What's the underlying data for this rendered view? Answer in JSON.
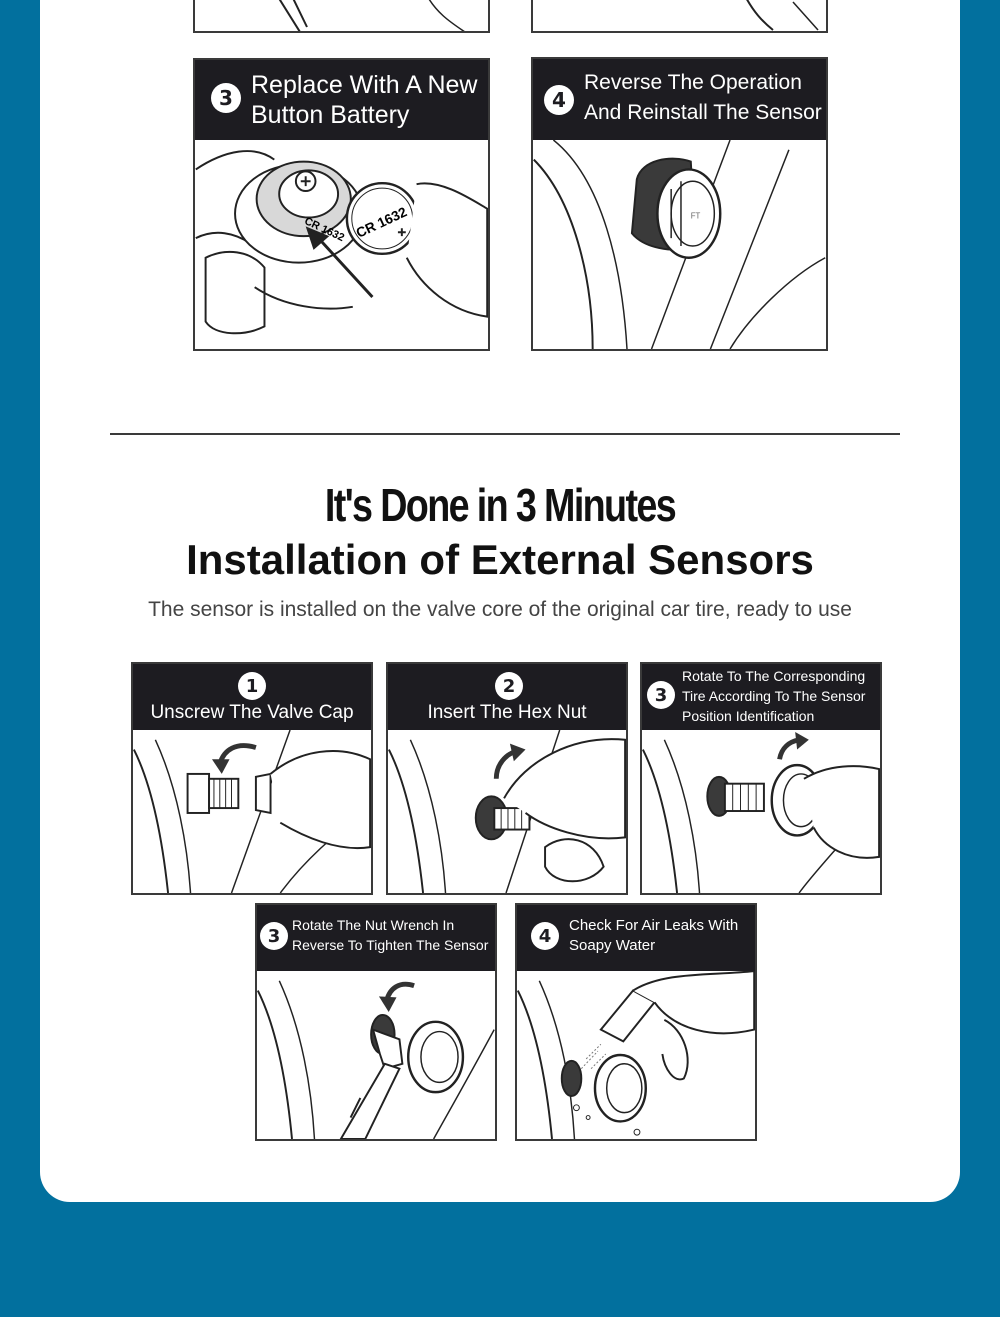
{
  "top_steps": [
    {
      "number": "3",
      "label_line1": "Replace With A New",
      "label_line2": "Button Battery",
      "battery_text": "CR 1632",
      "battery_small": "CR 1632"
    },
    {
      "number": "4",
      "label_line1": "Reverse The Operation",
      "label_line2": "And Reinstall The Sensor"
    }
  ],
  "section": {
    "title": "It's Done in 3 Minutes",
    "heading": "Installation of External Sensors",
    "subtitle": "The sensor is installed on the valve core of the original car tire, ready to use"
  },
  "steps_row1": [
    {
      "number": "1",
      "label": "Unscrew The Valve Cap"
    },
    {
      "number": "2",
      "label": "Insert The Hex Nut"
    },
    {
      "number": "3",
      "label_line1": "Rotate To The Corresponding",
      "label_line2": "Tire According To The Sensor",
      "label_line3": "Position Identification"
    }
  ],
  "steps_row2": [
    {
      "number": "3",
      "label_line1": "Rotate The Nut Wrench In",
      "label_line2": "Reverse To Tighten The Sensor"
    },
    {
      "number": "4",
      "label_line1": "Check For Air Leaks With",
      "label_line2": "Soapy Water"
    }
  ],
  "colors": {
    "background": "#02709e",
    "card": "#ffffff",
    "header": "#1d1c21"
  }
}
